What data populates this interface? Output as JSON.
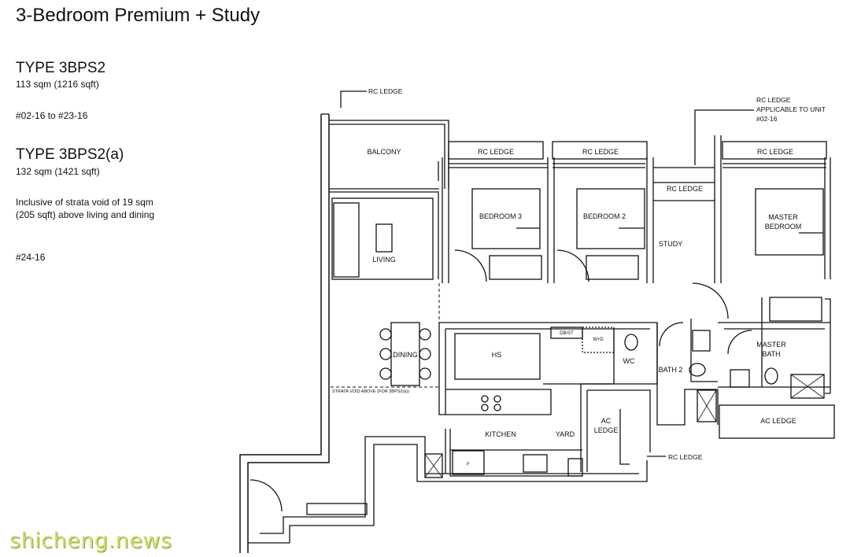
{
  "title": "3-Bedroom Premium + Study",
  "types": [
    {
      "name": "TYPE 3BPS2",
      "area": "113 sqm (1216 sqft)",
      "units": "#02-16 to #23-16"
    },
    {
      "name": "TYPE 3BPS2(a)",
      "area": "132 sqm (1421 sqft)",
      "note": "Inclusive of strata void of 19 sqm (205 sqft) above living and dining",
      "units": "#24-16"
    }
  ],
  "rooms": {
    "balcony": "BALCONY",
    "living": "LIVING",
    "dining": "DINING",
    "bedroom3": "BEDROOM 3",
    "bedroom2": "BEDROOM 2",
    "master_bedroom_1": "MASTER",
    "master_bedroom_2": "BEDROOM",
    "study": "STUDY",
    "hs": "HS",
    "wc": "WC",
    "bath2": "BATH 2",
    "master_bath_1": "MASTER",
    "master_bath_2": "BATH",
    "kitchen": "KITCHEN",
    "yard": "YARD",
    "ac_ledge_1": "AC",
    "ac_ledge_2": "LEDGE",
    "ac_ledge_right": "AC LEDGE",
    "dbist": "DB/ST",
    "wd": "W+D",
    "fridge": "F"
  },
  "ledges": {
    "rc_ledge_top": "RC LEDGE",
    "rc_ledge_bed3": "RC LEDGE",
    "rc_ledge_bed2": "RC LEDGE",
    "rc_ledge_study": "RC LEDGE",
    "rc_ledge_master": "RC LEDGE",
    "rc_ledge_note_1": "RC LEDGE",
    "rc_ledge_note_2": "APPLICABLE TO UNIT",
    "rc_ledge_note_3": "#02-16",
    "rc_ledge_bottom": "RC LEDGE",
    "strata_void": "STRATA VOID ABOVE (FOR 3BPS2(a))"
  },
  "watermark": "shicheng.news"
}
